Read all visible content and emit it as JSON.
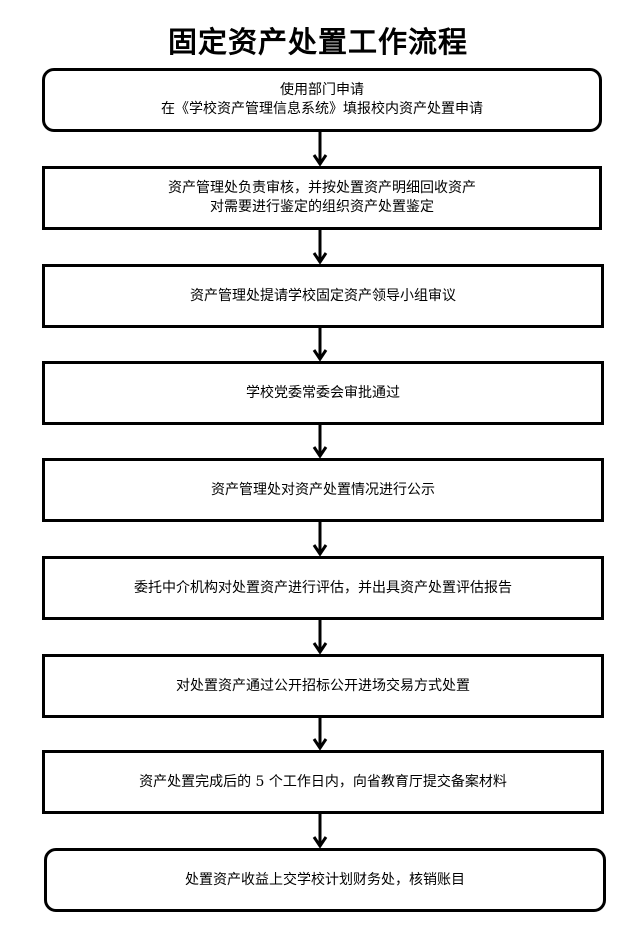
{
  "title": "固定资产处置工作流程",
  "steps": [
    {
      "lines": [
        "使用部门申请",
        "在《学校资产管理信息系统》填报校内资产处置申请"
      ]
    },
    {
      "lines": [
        "资产管理处负责审核，并按处置资产明细回收资产",
        "对需要进行鉴定的组织资产处置鉴定"
      ]
    },
    {
      "lines": [
        "资产管理处提请学校固定资产领导小组审议"
      ]
    },
    {
      "lines": [
        "学校党委常委会审批通过"
      ]
    },
    {
      "lines": [
        "资产管理处对资产处置情况进行公示"
      ]
    },
    {
      "lines": [
        "委托中介机构对处置资产进行评估，并出具资产处置评估报告"
      ]
    },
    {
      "lines": [
        "对处置资产通过公开招标公开进场交易方式处置"
      ]
    },
    {
      "lines": [
        "资产处置完成后的 5 个工作日内，向省教育厅提交备案材料"
      ]
    },
    {
      "lines": [
        "处置资产收益上交学校计划财务处，核销账目"
      ]
    }
  ]
}
